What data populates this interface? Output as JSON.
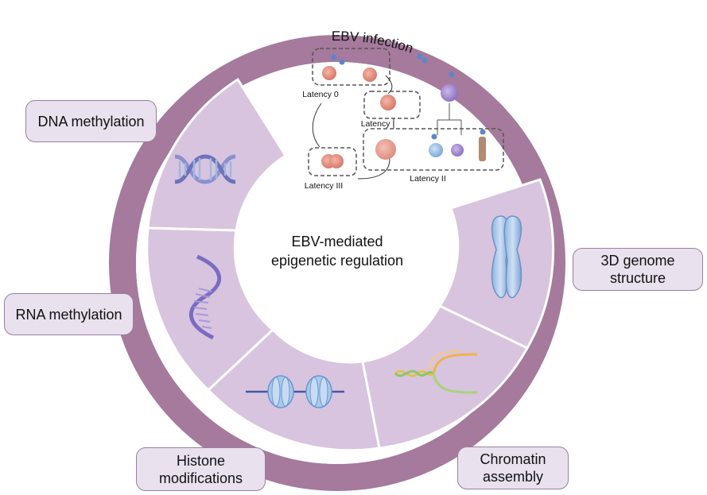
{
  "center": {
    "line1": "EBV-mediated",
    "line2": "epigenetic regulation"
  },
  "ring_label": "EBV infection",
  "latency": {
    "latency0": "Latency 0",
    "latency1": "Latency I",
    "latency2": "Latency II",
    "latency3": "Latency III"
  },
  "boxes": {
    "dna_methylation": "DNA methylation",
    "rna_methylation": "RNA methylation",
    "histone_line1": "Histone",
    "histone_line2": "modifications",
    "genome_line1": "3D genome",
    "genome_line2": "structure",
    "chromatin_line1": "Chromatin",
    "chromatin_line2": "assembly"
  },
  "colors": {
    "outer_ring": "#a57a9c",
    "segment": "#d8c4de",
    "box_fill": "#e9e1ee",
    "box_border": "#9a7fa2"
  },
  "icons": {
    "dna_segment": "dna-double-helix-icon",
    "rna_segment": "rna-helix-icon",
    "histone_segment": "nucleosome-icon",
    "chromatin_segment": "dna-replication-fork-icon",
    "genome_segment": "chromosome-icon"
  }
}
